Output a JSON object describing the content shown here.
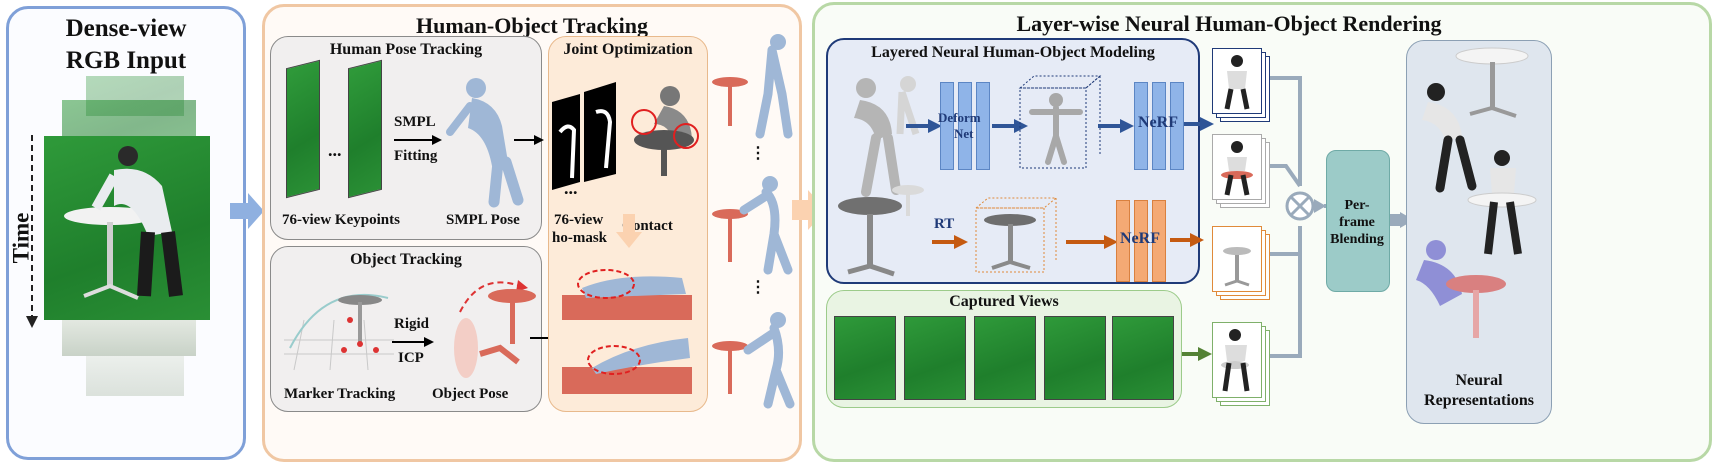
{
  "input": {
    "title_line1": "Dense-view",
    "title_line2": "RGB Input",
    "time_label": "Time"
  },
  "tracking": {
    "title": "Human-Object Tracking",
    "pose": {
      "title": "Human Pose Tracking",
      "ellipsis": "...",
      "smpl_label": "SMPL",
      "fitting_label": "Fitting",
      "keypoints_caption": "76-view Keypoints",
      "smpl_pose_caption": "SMPL Pose"
    },
    "joint": {
      "title": "Joint Optimization",
      "mask_ellipsis": "...",
      "mask_caption_line1": "76-view",
      "mask_caption_line2": "ho-mask",
      "contact_caption": "Contact"
    },
    "object": {
      "title": "Object Tracking",
      "rigid_label": "Rigid",
      "icp_label": "ICP",
      "marker_caption": "Marker Tracking",
      "object_pose_caption": "Object Pose"
    }
  },
  "rendering": {
    "title": "Layer-wise Neural Human-Object Rendering",
    "layered": {
      "title": "Layered Neural Human-Object Modeling",
      "deform_line1": "Deform",
      "deform_line2": "Net",
      "nerf_top": "NeRF",
      "rt_label": "RT",
      "nerf_bottom": "NeRF"
    },
    "captured": {
      "title": "Captured Views"
    },
    "blending_line1": "Per-",
    "blending_line2": "frame",
    "blending_line3": "Blending",
    "neural_line1": "Neural",
    "neural_line2": "Representations"
  },
  "colors": {
    "blue_border": "#7fa0d8",
    "orange_border": "#f0c7a3",
    "green_border": "#b8d8a6",
    "navy": "#1f3a78",
    "arrow_blue": "#2f5597",
    "arrow_orange": "#c55a11",
    "arrow_green": "#548235",
    "human_mesh": "#9fb7d6",
    "object_red": "#d96a5a",
    "nerf_blue": "#8fb4e8",
    "nerf_orange": "#f4a974",
    "blend_teal": "#9ccbc8",
    "gray_arrow": "#9aaabb"
  }
}
